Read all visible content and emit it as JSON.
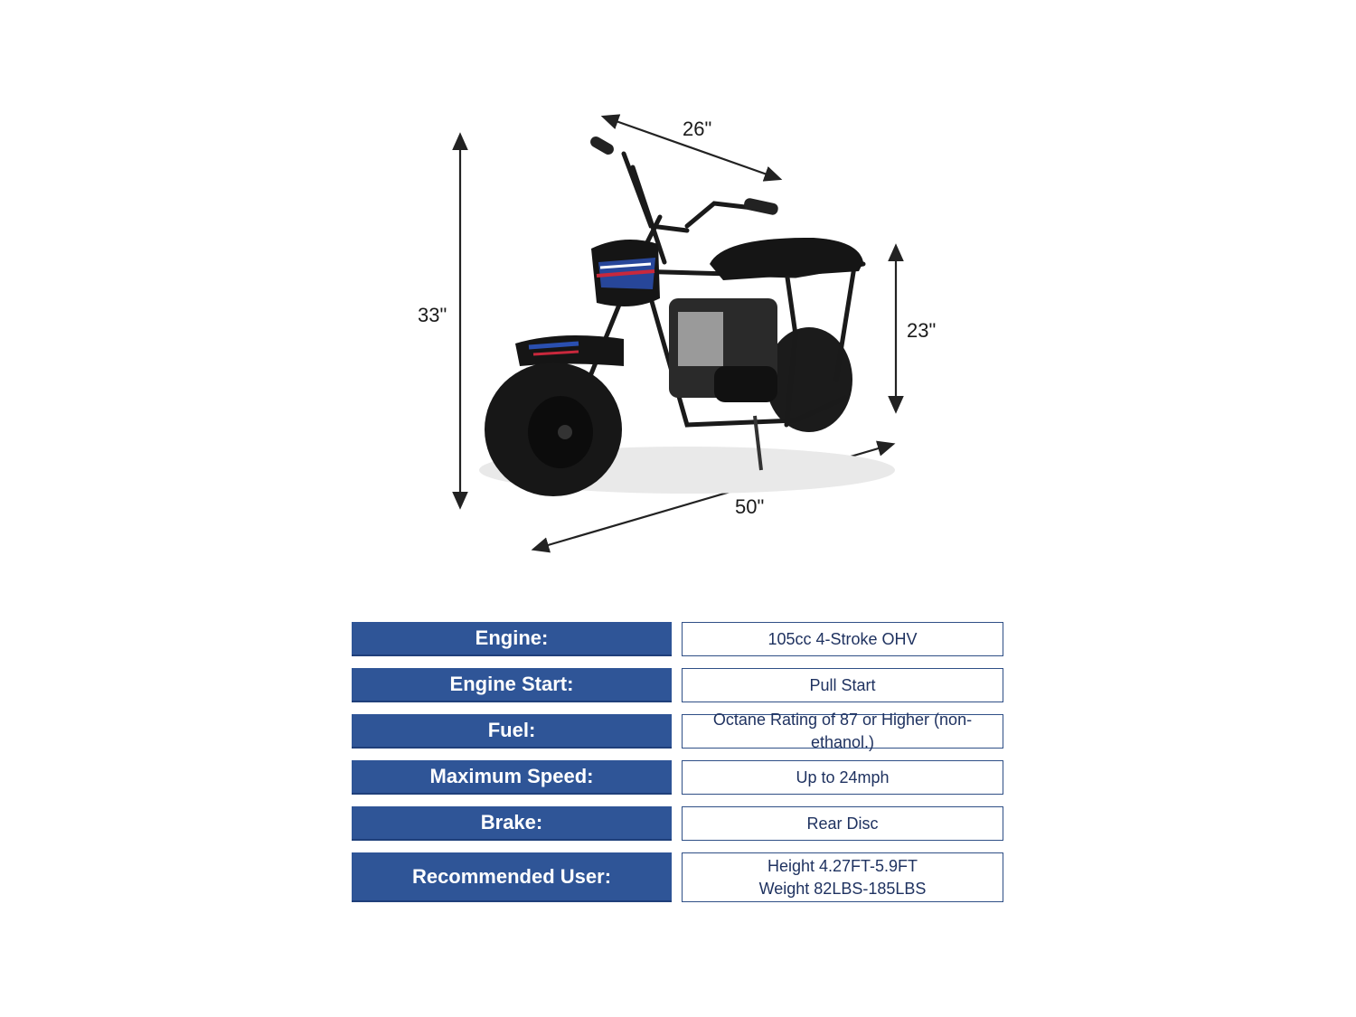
{
  "dimensions": {
    "height_total": "33\"",
    "handlebar_width": "26\"",
    "seat_height": "23\"",
    "length": "50\""
  },
  "product": {
    "image_description": "Black mini bike with red, white and blue graphics, side view at three-quarter angle",
    "colors": {
      "body": "#111111",
      "accent_blue": "#2a4fb0",
      "accent_red": "#c8283c"
    }
  },
  "specs": {
    "rows": [
      {
        "label": "Engine:",
        "value": "105cc 4-Stroke OHV"
      },
      {
        "label": "Engine Start:",
        "value": "Pull Start"
      },
      {
        "label": "Fuel:",
        "value": "Octane Rating of 87 or Higher (non-ethanol.)"
      },
      {
        "label": "Maximum Speed:",
        "value": "Up to 24mph"
      },
      {
        "label": "Brake:",
        "value": "Rear Disc"
      },
      {
        "label": "Recommended User:",
        "value_lines": [
          "Height 4.27FT-5.9FT",
          "Weight 82LBS-185LBS"
        ]
      }
    ],
    "colors": {
      "label_bg": "#2f5597",
      "label_text": "#ffffff",
      "value_border": "#2f4f86",
      "value_text": "#1f3260"
    }
  }
}
